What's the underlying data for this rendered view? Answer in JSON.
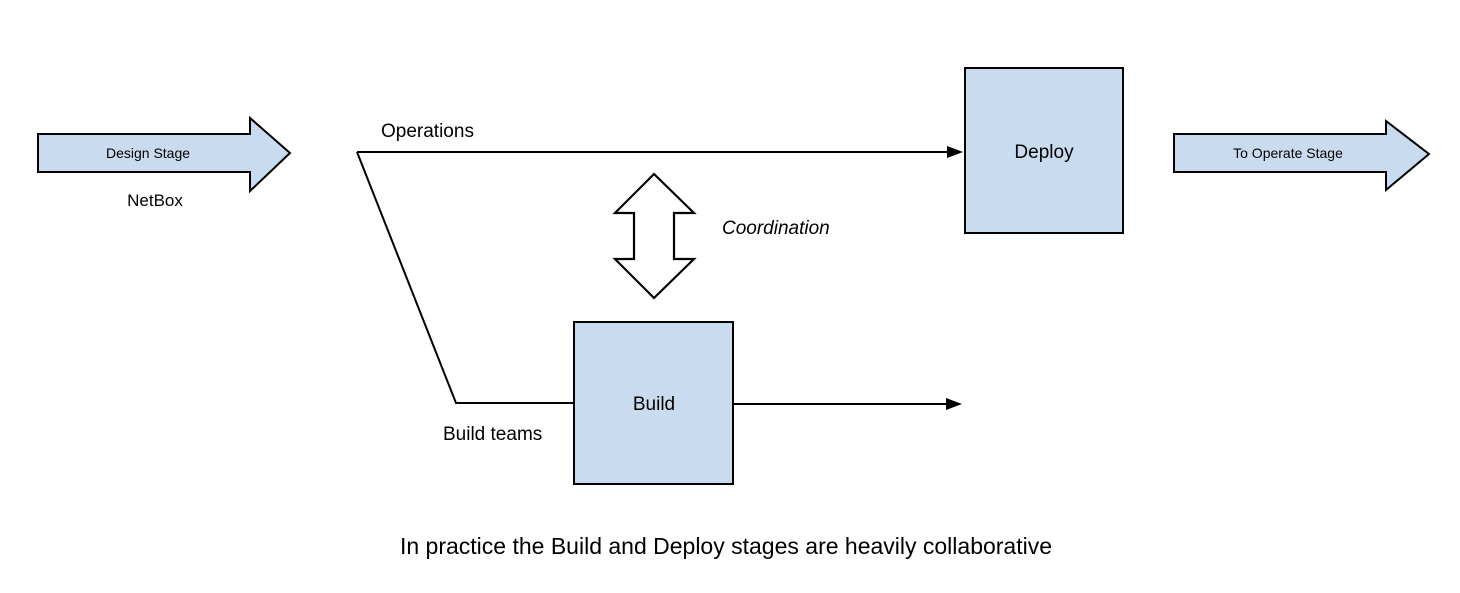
{
  "diagram": {
    "title_caption": "In practice the Build and Deploy stages are heavily collaborative",
    "colors": {
      "shape_fill": "#c9dcef",
      "stroke": "#000000",
      "background": "#ffffff",
      "text": "#000000"
    },
    "stage_arrows": [
      {
        "id": "design-stage",
        "label": "Design Stage",
        "sublabel": "NetBox",
        "direction": "right"
      },
      {
        "id": "to-operate-stage",
        "label": "To Operate Stage",
        "sublabel": "",
        "direction": "right"
      }
    ],
    "process_boxes": [
      {
        "id": "deploy",
        "label": "Deploy"
      },
      {
        "id": "build",
        "label": "Build"
      }
    ],
    "edge_labels": [
      {
        "id": "operations",
        "label": "Operations"
      },
      {
        "id": "build-teams",
        "label": "Build teams"
      }
    ],
    "coordination": {
      "label": "Coordination",
      "arrow_type": "double-headed-vertical",
      "connects": [
        "Deploy",
        "Build"
      ]
    }
  }
}
